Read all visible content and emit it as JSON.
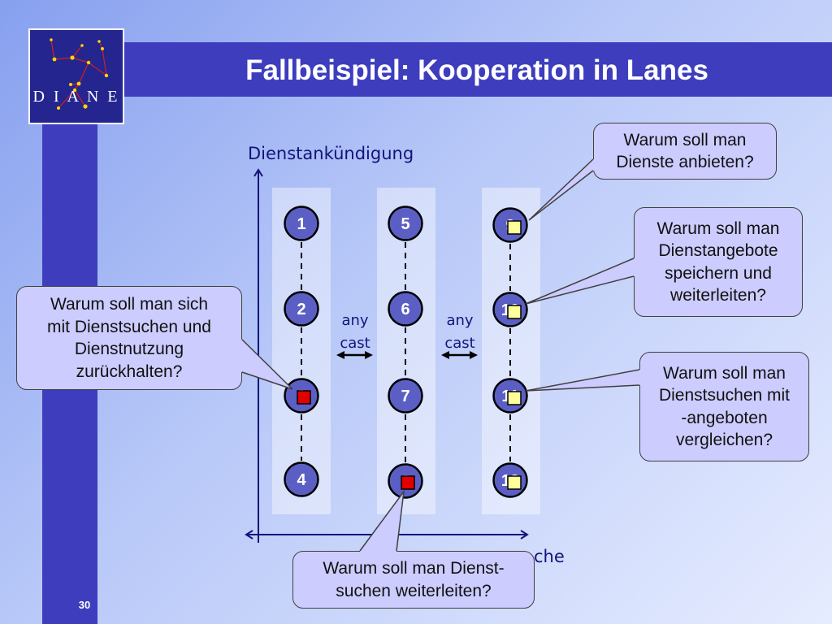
{
  "slide": {
    "title": "Fallbeispiel: Kooperation in Lanes",
    "logo_text": "D I A N E",
    "page_number": "30"
  },
  "diagram": {
    "y_axis_label": "Dienstankündigung",
    "x_axis_label": "che",
    "lanes": [
      {
        "nodes": [
          {
            "label": "1",
            "marker": "none"
          },
          {
            "label": "2",
            "marker": "none"
          },
          {
            "label": "3",
            "marker": "red"
          },
          {
            "label": "4",
            "marker": "none"
          }
        ]
      },
      {
        "nodes": [
          {
            "label": "5",
            "marker": "none"
          },
          {
            "label": "6",
            "marker": "none"
          },
          {
            "label": "7",
            "marker": "none"
          },
          {
            "label": "8",
            "marker": "red"
          }
        ]
      },
      {
        "nodes": [
          {
            "label": "9",
            "marker": "yellow"
          },
          {
            "label": "10",
            "marker": "yellow"
          },
          {
            "label": "11",
            "marker": "yellow"
          },
          {
            "label": "12",
            "marker": "yellow"
          }
        ]
      }
    ],
    "anycast": [
      {
        "top": "any",
        "bottom": "cast"
      },
      {
        "top": "any",
        "bottom": "cast"
      }
    ]
  },
  "callouts": [
    {
      "lines": [
        "Warum soll man",
        "Dienste anbieten?"
      ]
    },
    {
      "lines": [
        "Warum soll man",
        "Dienstangebote",
        "speichern und",
        "weiterleiten?"
      ]
    },
    {
      "lines": [
        "Warum soll man",
        "Dienstsuchen mit",
        "-angeboten",
        "vergleichen?"
      ]
    },
    {
      "lines": [
        "Warum soll man sich",
        "mit Dienstsuchen und",
        "Dienstnutzung",
        "zurückhalten?"
      ]
    },
    {
      "lines": [
        "Warum soll man Dienst-",
        "suchen weiterleiten?"
      ]
    }
  ],
  "colors": {
    "header": "#3d3dbe",
    "node_fill": "#5b5fc4",
    "marker_red": "#e00000",
    "marker_yellow": "#ffff99",
    "callout_fill": "#ccccff",
    "axis": "#14147a",
    "label_text": "#13137a"
  }
}
